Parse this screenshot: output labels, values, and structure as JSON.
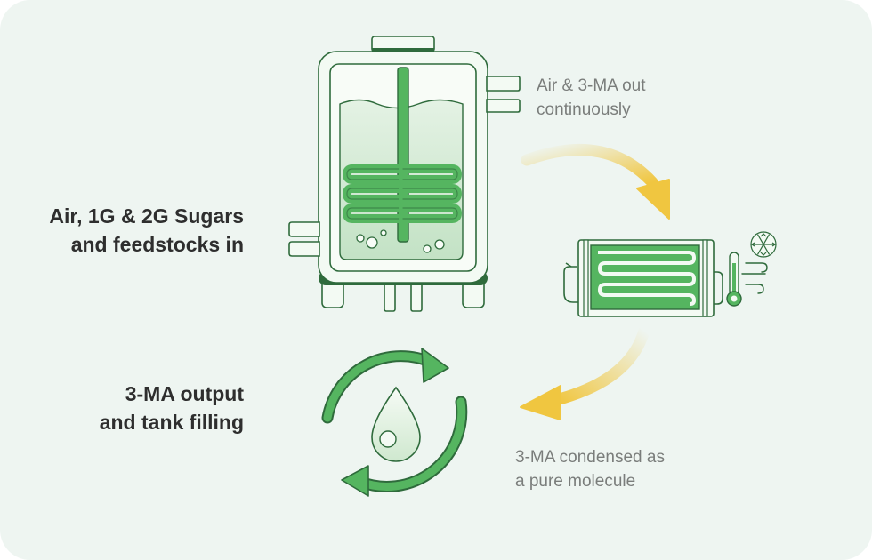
{
  "labels": {
    "input": {
      "line1": "Air, 1G & 2G Sugars",
      "line2": "and feedstocks in"
    },
    "output": {
      "line1": "3-MA output",
      "line2": "and tank filling"
    },
    "exhaust": {
      "line1": "Air & 3-MA out",
      "line2": "continuously"
    },
    "condensed": {
      "line1": "3-MA condensed as",
      "line2": "a pure molecule"
    }
  },
  "colors": {
    "background": "#eef5f1",
    "green_dark": "#2f6b3c",
    "green_main": "#55b560",
    "green_light": "#d4ebd6",
    "green_pale": "#f3faf3",
    "arrow_yellow": "#f0c640",
    "text_dark": "#2e2e2e",
    "text_gray": "#7a7d7b"
  },
  "icons": [
    "bioreactor-tank-icon",
    "condenser-icon",
    "snowflake-icon",
    "wind-icon",
    "thermometer-icon",
    "recycle-arrows-icon",
    "droplet-icon"
  ]
}
